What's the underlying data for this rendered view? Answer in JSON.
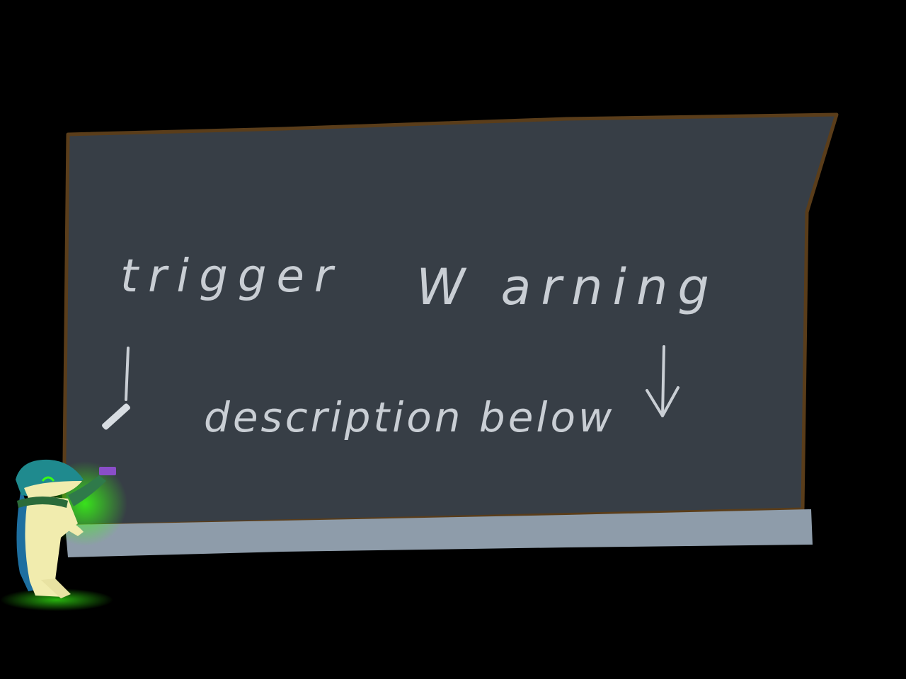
{
  "scene": {
    "line1_word1": "trigger",
    "line1_word2": "W arning",
    "line2": "description below"
  },
  "colors": {
    "background": "#000000",
    "board": "#373e46",
    "frame": "#5a3d1a",
    "ledge": "#8e9caa",
    "chalk": "#c9ced4",
    "character_body": "#f1ecae",
    "character_head": "#1f8a8e",
    "glow": "#39ff14",
    "chalk_purple": "#8a4ec8"
  }
}
